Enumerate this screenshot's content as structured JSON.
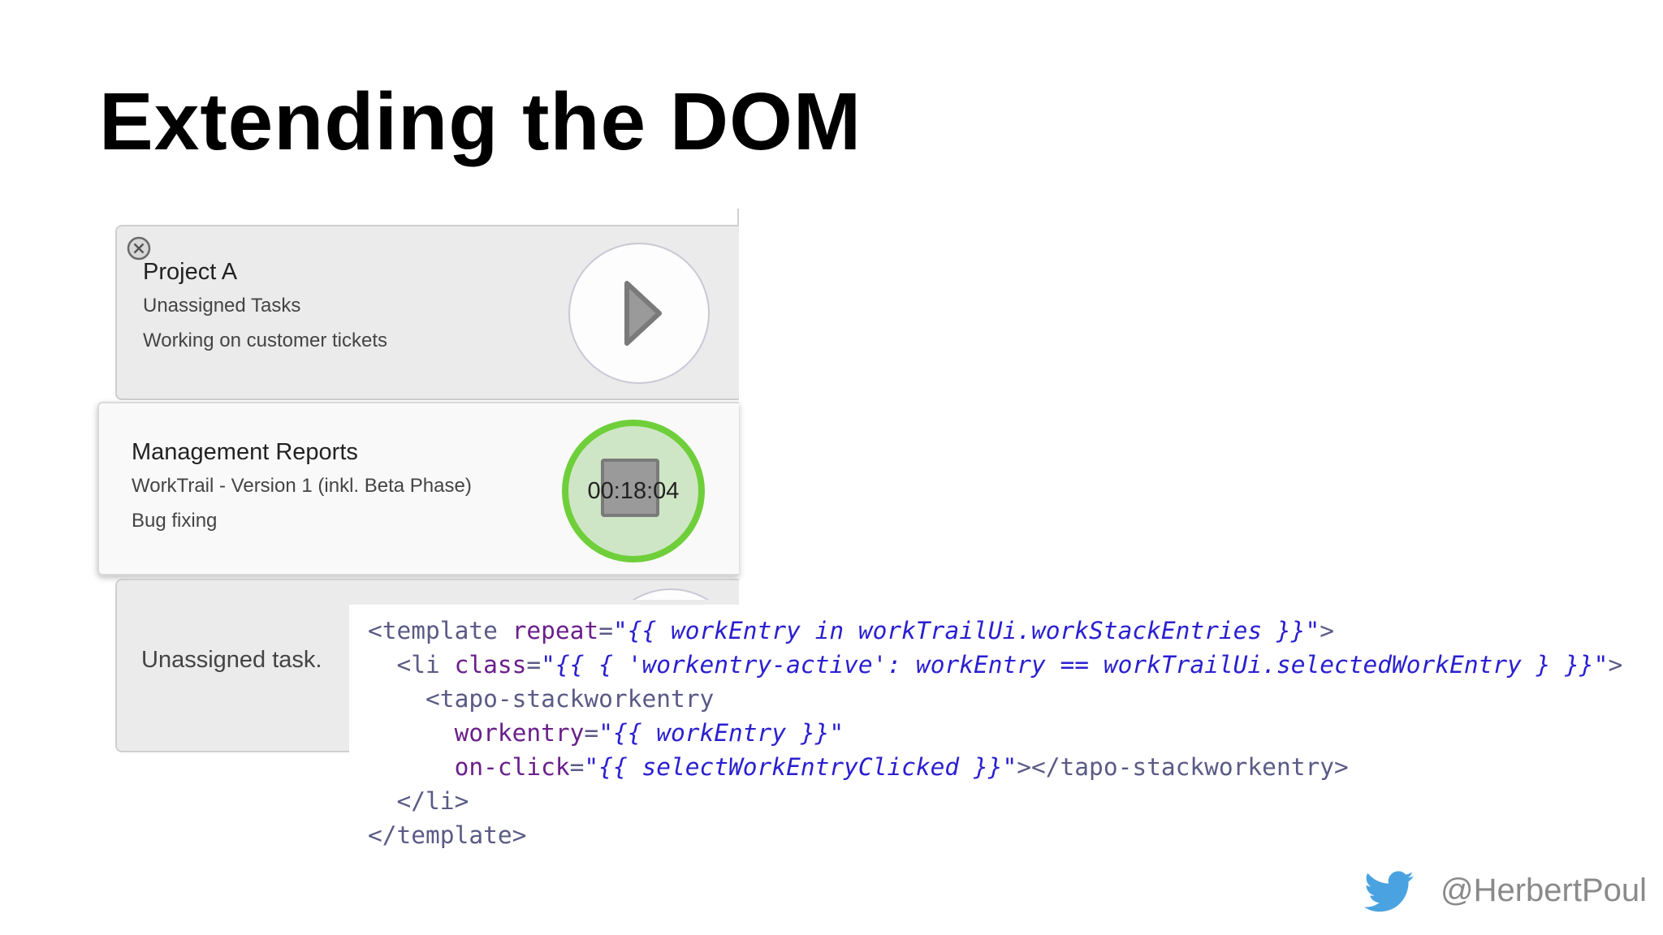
{
  "slide": {
    "title": "Extending the DOM",
    "twitter_handle": "@HerbertPoul"
  },
  "cards": {
    "project_a": {
      "title": "Project A",
      "line1": "Unassigned Tasks",
      "line2": "Working on customer tickets"
    },
    "management": {
      "title": "Management Reports",
      "line1": "WorkTrail - Version 1 (inkl. Beta Phase)",
      "line2": "Bug fixing",
      "timer": "00:18:04"
    },
    "unassigned": {
      "title": "Unassigned task."
    }
  },
  "code": {
    "l1_open": "<template ",
    "l1_attr": "repeat",
    "l1_eq": "=",
    "l1_str": "\"{{ workEntry in workTrailUi.workStackEntries }}\"",
    "l1_close": ">",
    "l2_open": "  <li ",
    "l2_attr": "class",
    "l2_eq": "=",
    "l2_str": "\"{{ { 'workentry-active': workEntry == workTrailUi.selectedWorkEntry } }}\"",
    "l2_close": ">",
    "l3_tag": "    <tapo-stackworkentry",
    "l4_attr": "      workentry",
    "l4_eq": "=",
    "l4_str": "\"{{ workEntry }}\"",
    "l5_attr": "      on-click",
    "l5_eq": "=",
    "l5_str": "\"{{ selectWorkEntryClicked }}\"",
    "l5_close": "></tapo-stackworkentry>",
    "l6_tag": "  </li>",
    "l7_tag": "</template>"
  },
  "colors": {
    "timer_ring": "#6fcf3a",
    "timer_fill": "#cfe6c6",
    "code_attr": "#6a1f8a",
    "code_string": "#2a1fd0",
    "code_tag": "#5a5a86",
    "twitter_blue": "#4aa3e0"
  },
  "icons": {
    "close": "close-circle-icon",
    "play": "play-icon",
    "stop": "stop-icon",
    "twitter": "twitter-bird-icon"
  }
}
